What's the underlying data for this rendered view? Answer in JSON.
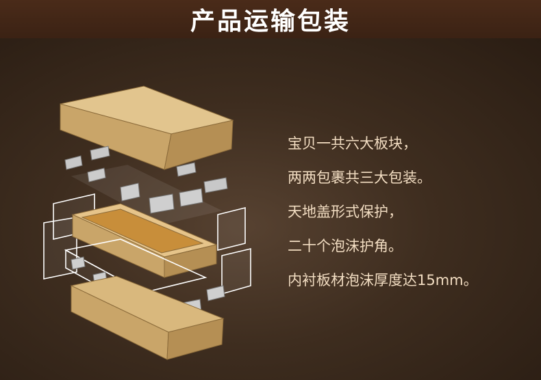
{
  "header": {
    "title": "产品运输包装"
  },
  "description": {
    "lines": [
      "宝贝一共六大板块，",
      "两两包裹共三大包装。",
      "天地盖形式保护，",
      "二十个泡沫护角。",
      "内衬板材泡沫厚度达15mm。"
    ]
  },
  "colors": {
    "title_bar": "#4a2b19",
    "background": "#3e2d1f",
    "text": "#f2ddc2",
    "cardboard": "#d4b275",
    "foam": "#ffffff",
    "corner_protector": "#b8b8b8"
  },
  "illustration": {
    "icon": "exploded-box-packaging-diagram"
  }
}
